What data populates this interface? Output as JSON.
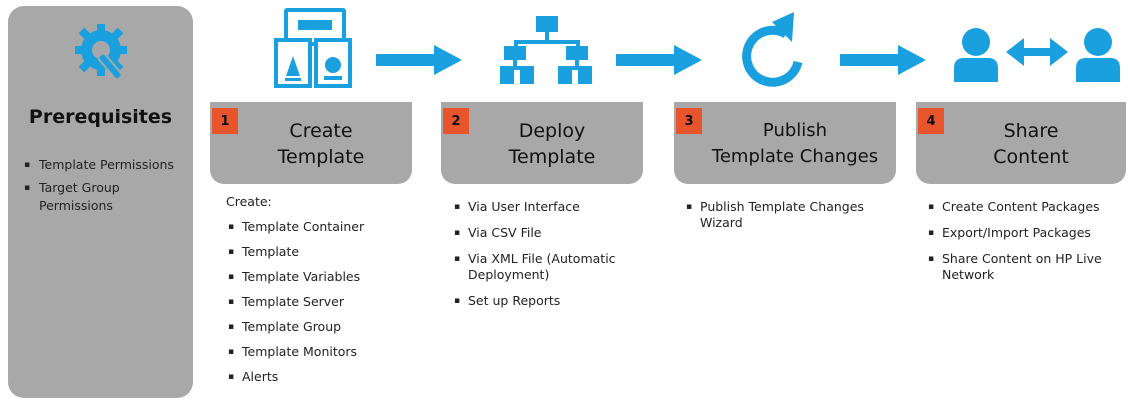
{
  "colors": {
    "accent_blue": "#1aa0de",
    "panel_gray": "#a8a8a8",
    "step_number_red": "#e8542b"
  },
  "prerequisites": {
    "icon": "wrench-gear-icon",
    "title": "Prerequisites",
    "items": [
      "Template Permissions",
      "Target Group Permissions"
    ]
  },
  "steps": [
    {
      "icon": "template-documents-icon",
      "number": "1",
      "title_line1": "Create",
      "title_line2": "Template",
      "intro": "Create:",
      "items": [
        "Template Container",
        "Template",
        "Template Variables",
        "Template Server",
        "Template Group",
        "Template Monitors",
        "Alerts"
      ]
    },
    {
      "icon": "hierarchy-tree-icon",
      "number": "2",
      "title_line1": "Deploy",
      "title_line2": "Template",
      "items": [
        "Via User Interface",
        "Via CSV File",
        "Via XML File (Automatic Deployment)",
        "Set up Reports"
      ]
    },
    {
      "icon": "refresh-icon",
      "number": "3",
      "title_line1": "Publish",
      "title_line2": "Template Changes",
      "items": [
        "Publish Template Changes Wizard"
      ]
    },
    {
      "icon": "users-exchange-icon",
      "number": "4",
      "title_line1": "Share",
      "title_line2": "Content",
      "items": [
        "Create Content Packages",
        "Export/Import Packages",
        "Share Content on HP Live Network"
      ]
    }
  ]
}
